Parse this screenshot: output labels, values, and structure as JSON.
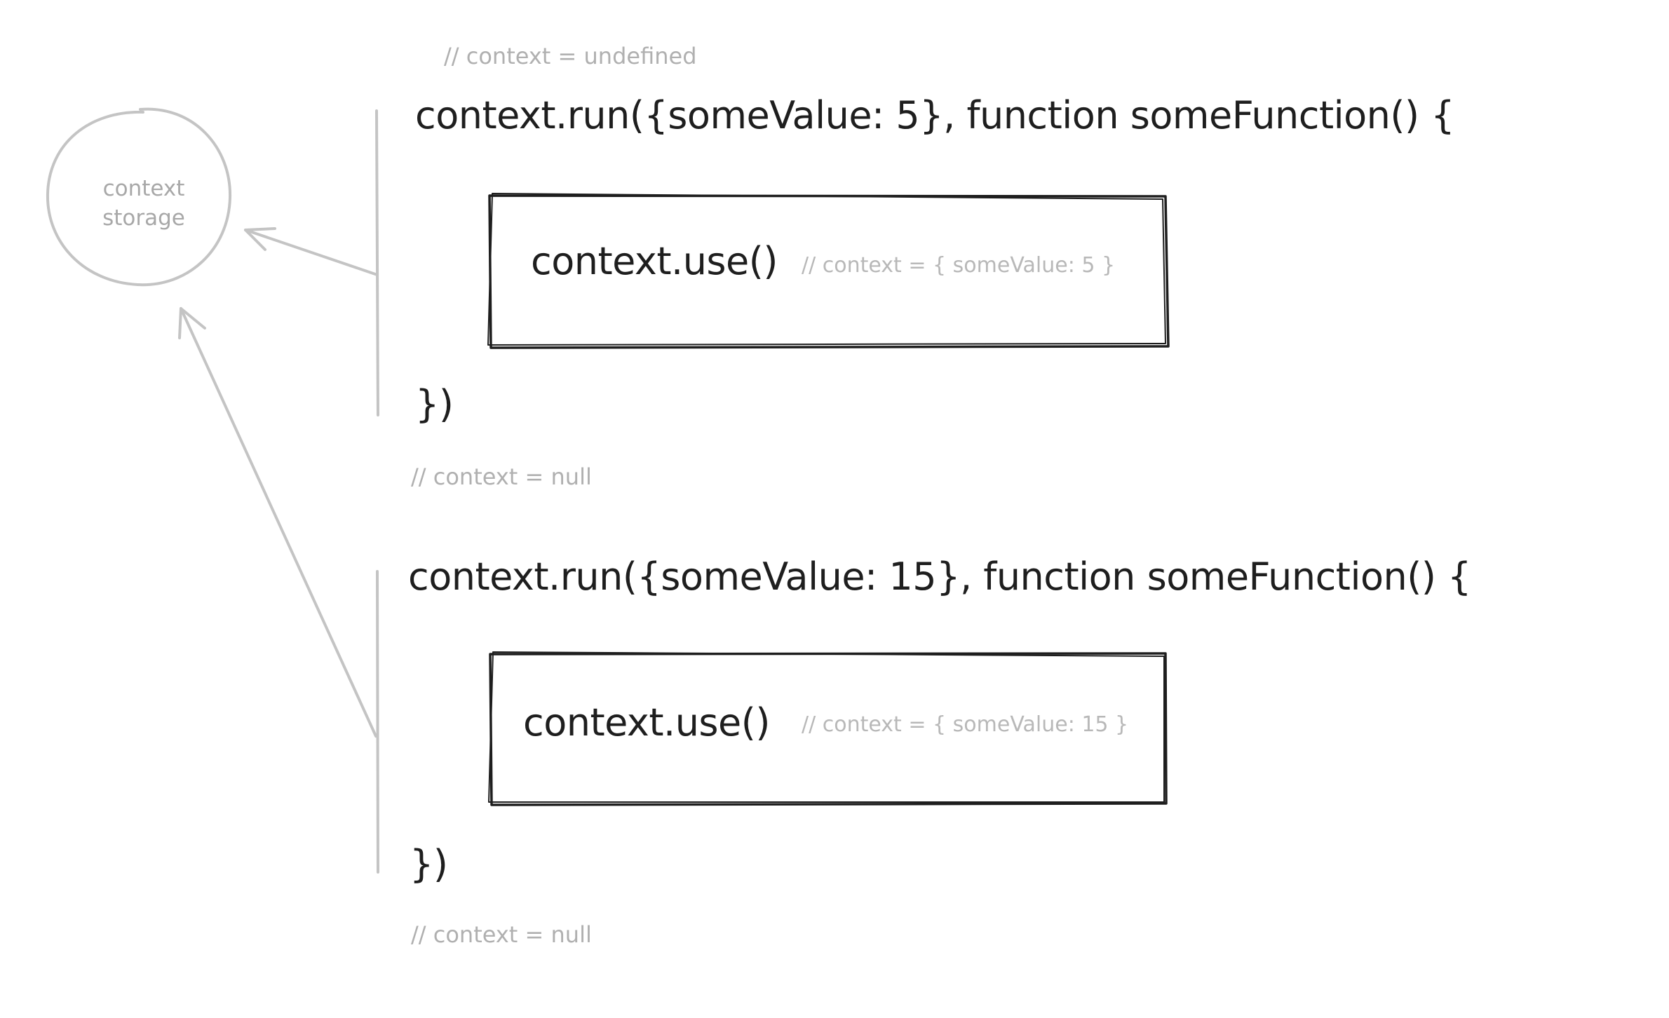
{
  "colors": {
    "ink": "#1e1e1e",
    "muted": "#b0b0b0",
    "stroke_gray": "#c4c4c4",
    "background": "#ffffff"
  },
  "storage": {
    "line1": "context",
    "line2": "storage"
  },
  "block1": {
    "before_comment": "// context  = undefined",
    "run_line": "context.run({someValue: 5}, function someFunction() {",
    "use_call": "context.use()",
    "use_comment": "// context  = { someValue: 5 }",
    "close": "})",
    "after_comment": "// context  = null"
  },
  "block2": {
    "run_line": "context.run({someValue: 15}, function someFunction() {",
    "use_call": "context.use()",
    "use_comment": "// context  = { someValue: 15 }",
    "close": "})",
    "after_comment": "// context  = null"
  }
}
